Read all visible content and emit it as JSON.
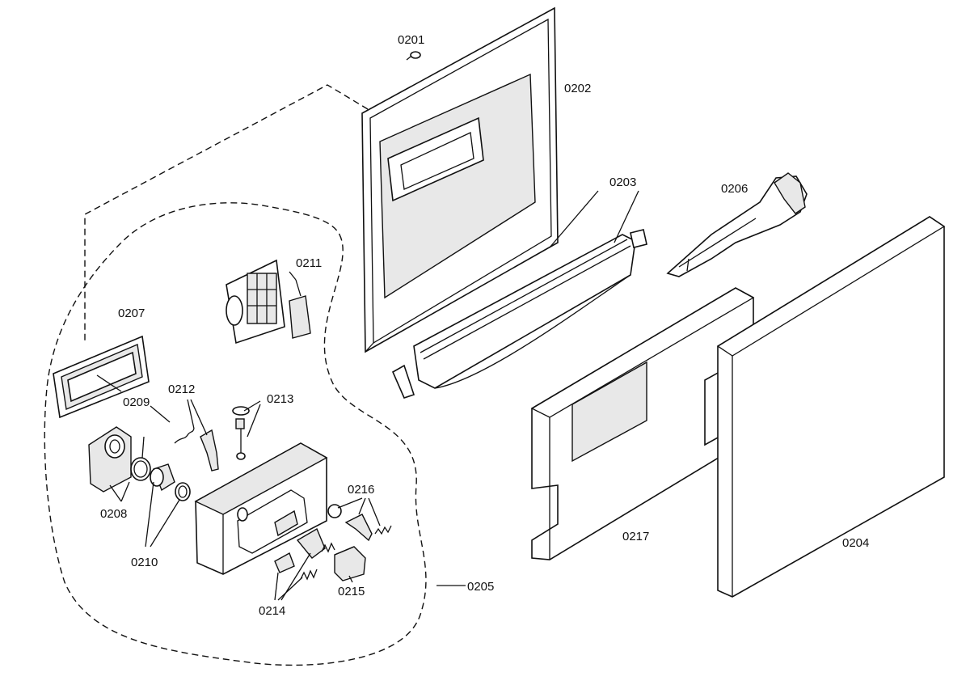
{
  "diagram": {
    "callouts": [
      {
        "id": "0201",
        "label": "0201"
      },
      {
        "id": "0202",
        "label": "0202"
      },
      {
        "id": "0203",
        "label": "0203"
      },
      {
        "id": "0204",
        "label": "0204"
      },
      {
        "id": "0205",
        "label": "0205"
      },
      {
        "id": "0206",
        "label": "0206"
      },
      {
        "id": "0207",
        "label": "0207"
      },
      {
        "id": "0208",
        "label": "0208"
      },
      {
        "id": "0209",
        "label": "0209"
      },
      {
        "id": "0210",
        "label": "0210"
      },
      {
        "id": "0211",
        "label": "0211"
      },
      {
        "id": "0212",
        "label": "0212"
      },
      {
        "id": "0213",
        "label": "0213"
      },
      {
        "id": "0214",
        "label": "0214"
      },
      {
        "id": "0215",
        "label": "0215"
      },
      {
        "id": "0216",
        "label": "0216"
      },
      {
        "id": "0217",
        "label": "0217"
      }
    ]
  }
}
